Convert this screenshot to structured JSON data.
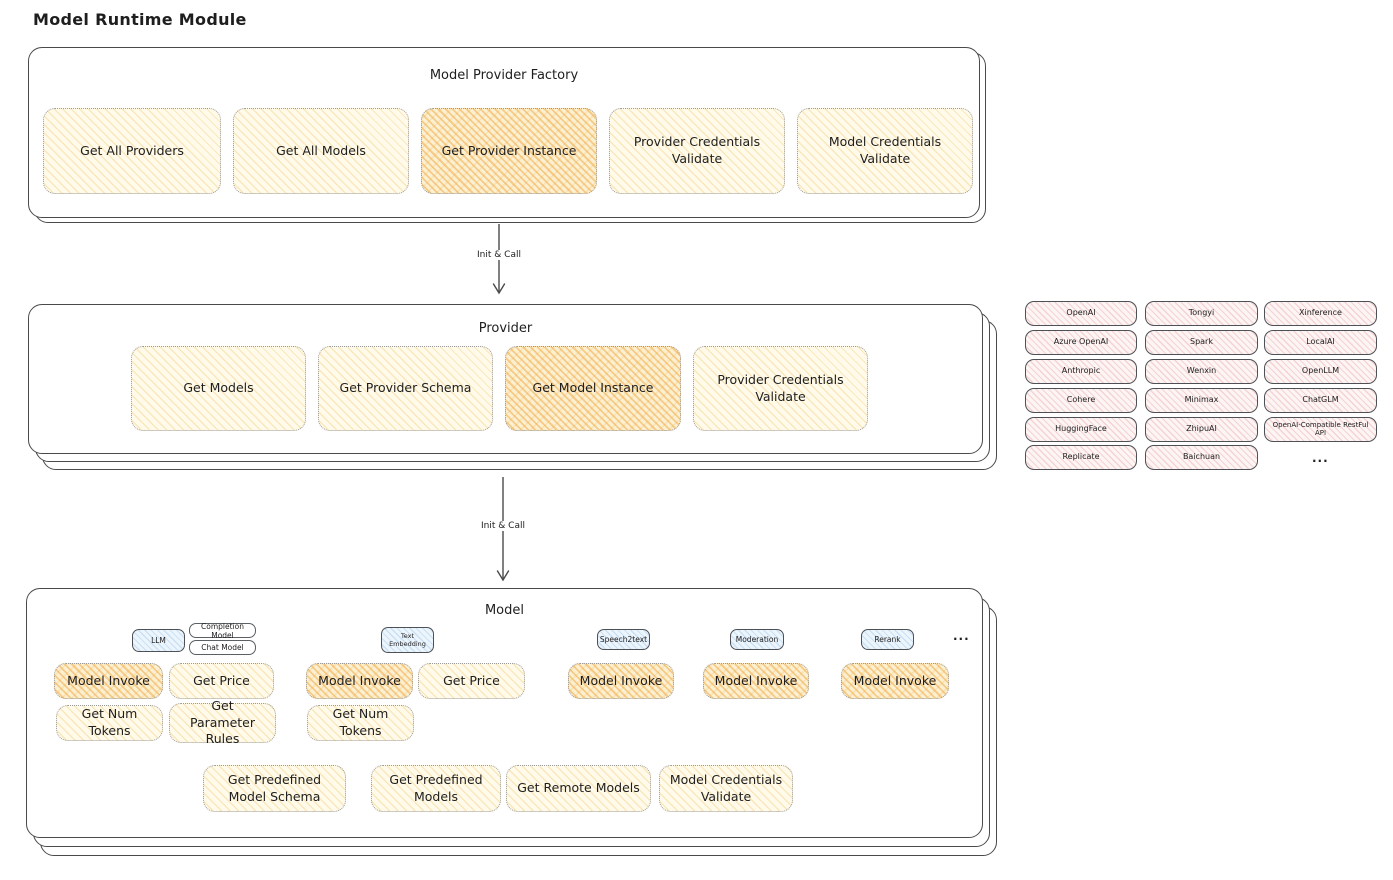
{
  "title": "Model Runtime Module",
  "arrow1_label": "Init & Call",
  "arrow2_label": "Init & Call",
  "factory": {
    "title": "Model Provider Factory",
    "buttons": [
      "Get All Providers",
      "Get All Models",
      "Get Provider Instance",
      "Provider Credentials Validate",
      "Model Credentials Validate"
    ]
  },
  "provider": {
    "title": "Provider",
    "buttons": [
      "Get Models",
      "Get Provider Schema",
      "Get Model Instance",
      "Provider Credentials Validate"
    ]
  },
  "providers_grid": {
    "col1": [
      "OpenAI",
      "Azure OpenAI",
      "Anthropic",
      "Cohere",
      "HuggingFace",
      "Replicate"
    ],
    "col2": [
      "Tongyi",
      "Spark",
      "Wenxin",
      "Minimax",
      "ZhipuAI",
      "Baichuan"
    ],
    "col3": [
      "Xinference",
      "LocalAI",
      "OpenLLM",
      "ChatGLM",
      "OpenAI-Compatible RestFul API"
    ],
    "more": "..."
  },
  "model": {
    "title": "Model",
    "tab_llm": "LLM",
    "chip_completion": "Completion Model",
    "chip_chat": "Chat Model",
    "tab_text_embedding": "Text Embedding",
    "tab_speech2text": "Speech2text",
    "tab_moderation": "Moderation",
    "tab_rerank": "Rerank",
    "tabs_more": "...",
    "btn_model_invoke": "Model Invoke",
    "btn_get_price": "Get Price",
    "btn_get_num_tokens": "Get Num Tokens",
    "btn_get_parameter_rules": "Get Parameter Rules",
    "btn_get_predefined_model_schema": "Get Predefined Model Schema",
    "btn_get_predefined_models": "Get Predefined Models",
    "btn_get_remote_models": "Get Remote Models",
    "btn_model_credentials_validate": "Model Credentials Validate"
  },
  "colors": {
    "highlight_orange": "#f5b759",
    "light_yellow": "#fffaea",
    "provider_pink": "#fdf4f4",
    "model_type_blue": "#edf5fc",
    "stroke": "#4a4a4a"
  }
}
